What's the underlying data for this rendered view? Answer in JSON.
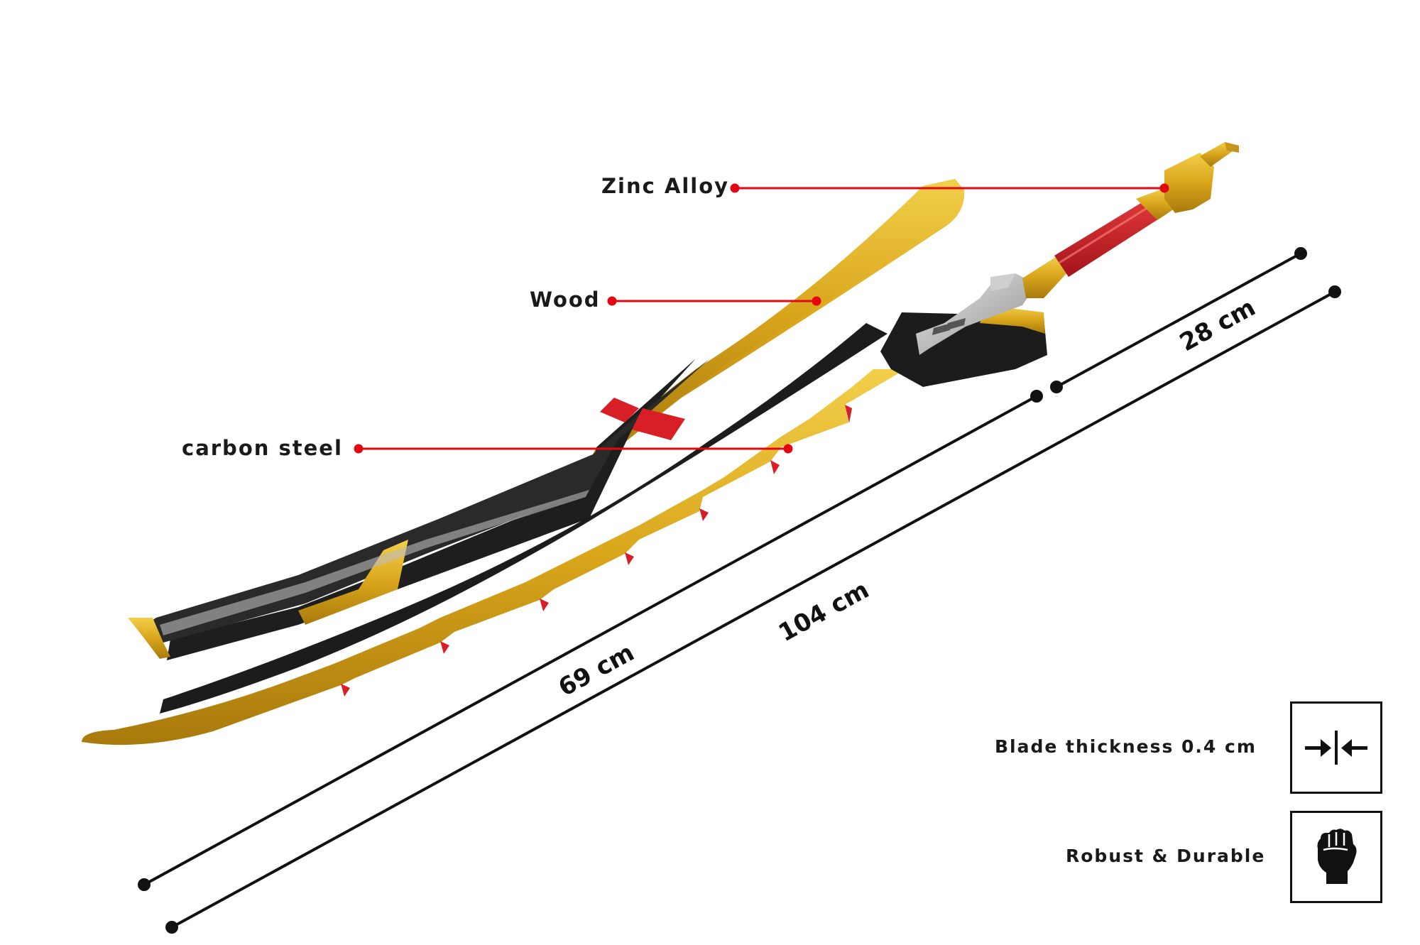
{
  "materials": {
    "zinc_alloy": "Zinc Alloy",
    "wood": "Wood",
    "carbon_steel": "carbon steel"
  },
  "dimensions": {
    "handle_length": "28 cm",
    "blade_length": "69 cm",
    "total_length": "104 cm"
  },
  "features": [
    {
      "label": "Blade thickness 0.4 cm",
      "icon": "compress-arrows-icon"
    },
    {
      "label": "Robust & Durable",
      "icon": "raised-fist-icon"
    }
  ],
  "colors": {
    "callout": "#e30613",
    "gold": "#d4a21a",
    "black": "#1c1c1c",
    "red": "#d81f26"
  }
}
